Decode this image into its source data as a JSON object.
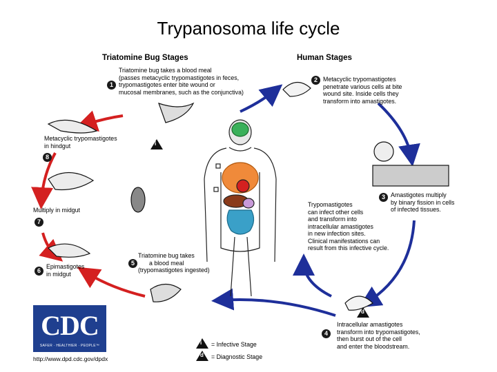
{
  "title": "Trypanosoma life cycle",
  "headers": {
    "bug": "Triatomine Bug Stages",
    "human": "Human Stages"
  },
  "steps": [
    {
      "num": "1",
      "lines": [
        "Triatomine bug takes a blood meal",
        "(passes metacyclic trypomastigotes in feces,",
        "trypomastigotes enter bite wound or",
        "mucosal membranes, such as the conjunctiva)"
      ]
    },
    {
      "num": "2",
      "lines": [
        "Metacyclic trypomastigotes",
        "penetrate various cells at bite",
        "wound site. Inside cells they",
        "transform into amastigotes."
      ]
    },
    {
      "num": "3",
      "lines": [
        "Amastigotes multiply",
        "by binary fission in cells",
        "of infected tissues."
      ]
    },
    {
      "num": "4",
      "lines": [
        "Intracellular amastigotes",
        "transform into trypomastigotes,",
        "then burst out of the cell",
        "and enter the bloodstream."
      ]
    },
    {
      "num": "5",
      "lines": [
        "Triatomine bug takes",
        "a blood meal",
        "(trypomastigotes ingested)"
      ]
    },
    {
      "num": "6",
      "lines": [
        "Epimastigotes",
        "in midgut"
      ]
    },
    {
      "num": "7",
      "lines": [
        "Multiply in midgut"
      ]
    },
    {
      "num": "8",
      "lines": [
        "Metacyclic trypomastigotes",
        "in hindgut"
      ]
    }
  ],
  "center_note": [
    "Trypomastigotes",
    "can infect other cells",
    "and transform into",
    "intracellular amastigotes",
    "in new infection sites.",
    "Clinical manifestations can",
    "result from this infective cycle."
  ],
  "legend": {
    "infective_symbol": "i",
    "infective": "= Infective Stage",
    "diagnostic_symbol": "d",
    "diagnostic": "= Diagnostic Stage"
  },
  "logo": {
    "letters": "CDC",
    "tagline": "SAFER · HEALTHIER · PEOPLE™"
  },
  "url": "http://www.dpd.cdc.gov/dpdx",
  "colors": {
    "bug_arrows": "#d42020",
    "human_arrows": "#1e2f9a",
    "logo_bg": "#1f3f8f"
  }
}
